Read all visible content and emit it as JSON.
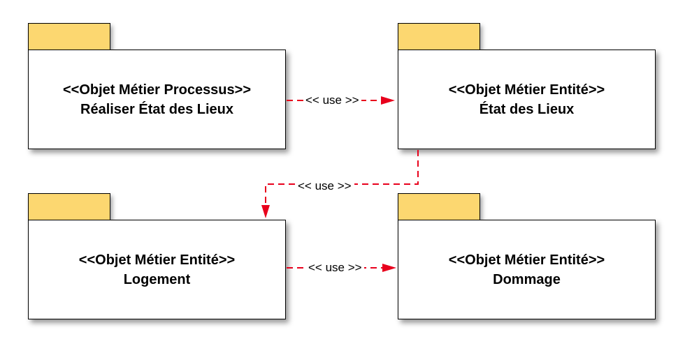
{
  "packages": {
    "realiser": {
      "stereotype": "<<Objet Métier Processus>>",
      "name": "Réaliser État des Lieux"
    },
    "etat": {
      "stereotype": "<<Objet Métier Entité>>",
      "name": "État des Lieux"
    },
    "logement": {
      "stereotype": "<<Objet Métier Entité>>",
      "name": "Logement"
    },
    "dommage": {
      "stereotype": "<<Objet Métier Entité>>",
      "name": "Dommage"
    }
  },
  "relations": {
    "realiser_etat": "<< use >>",
    "etat_logement": "<< use >>",
    "logement_dommage": "<< use >>"
  },
  "colors": {
    "tab_fill": "#fcd770",
    "arrow": "#e8001c"
  }
}
